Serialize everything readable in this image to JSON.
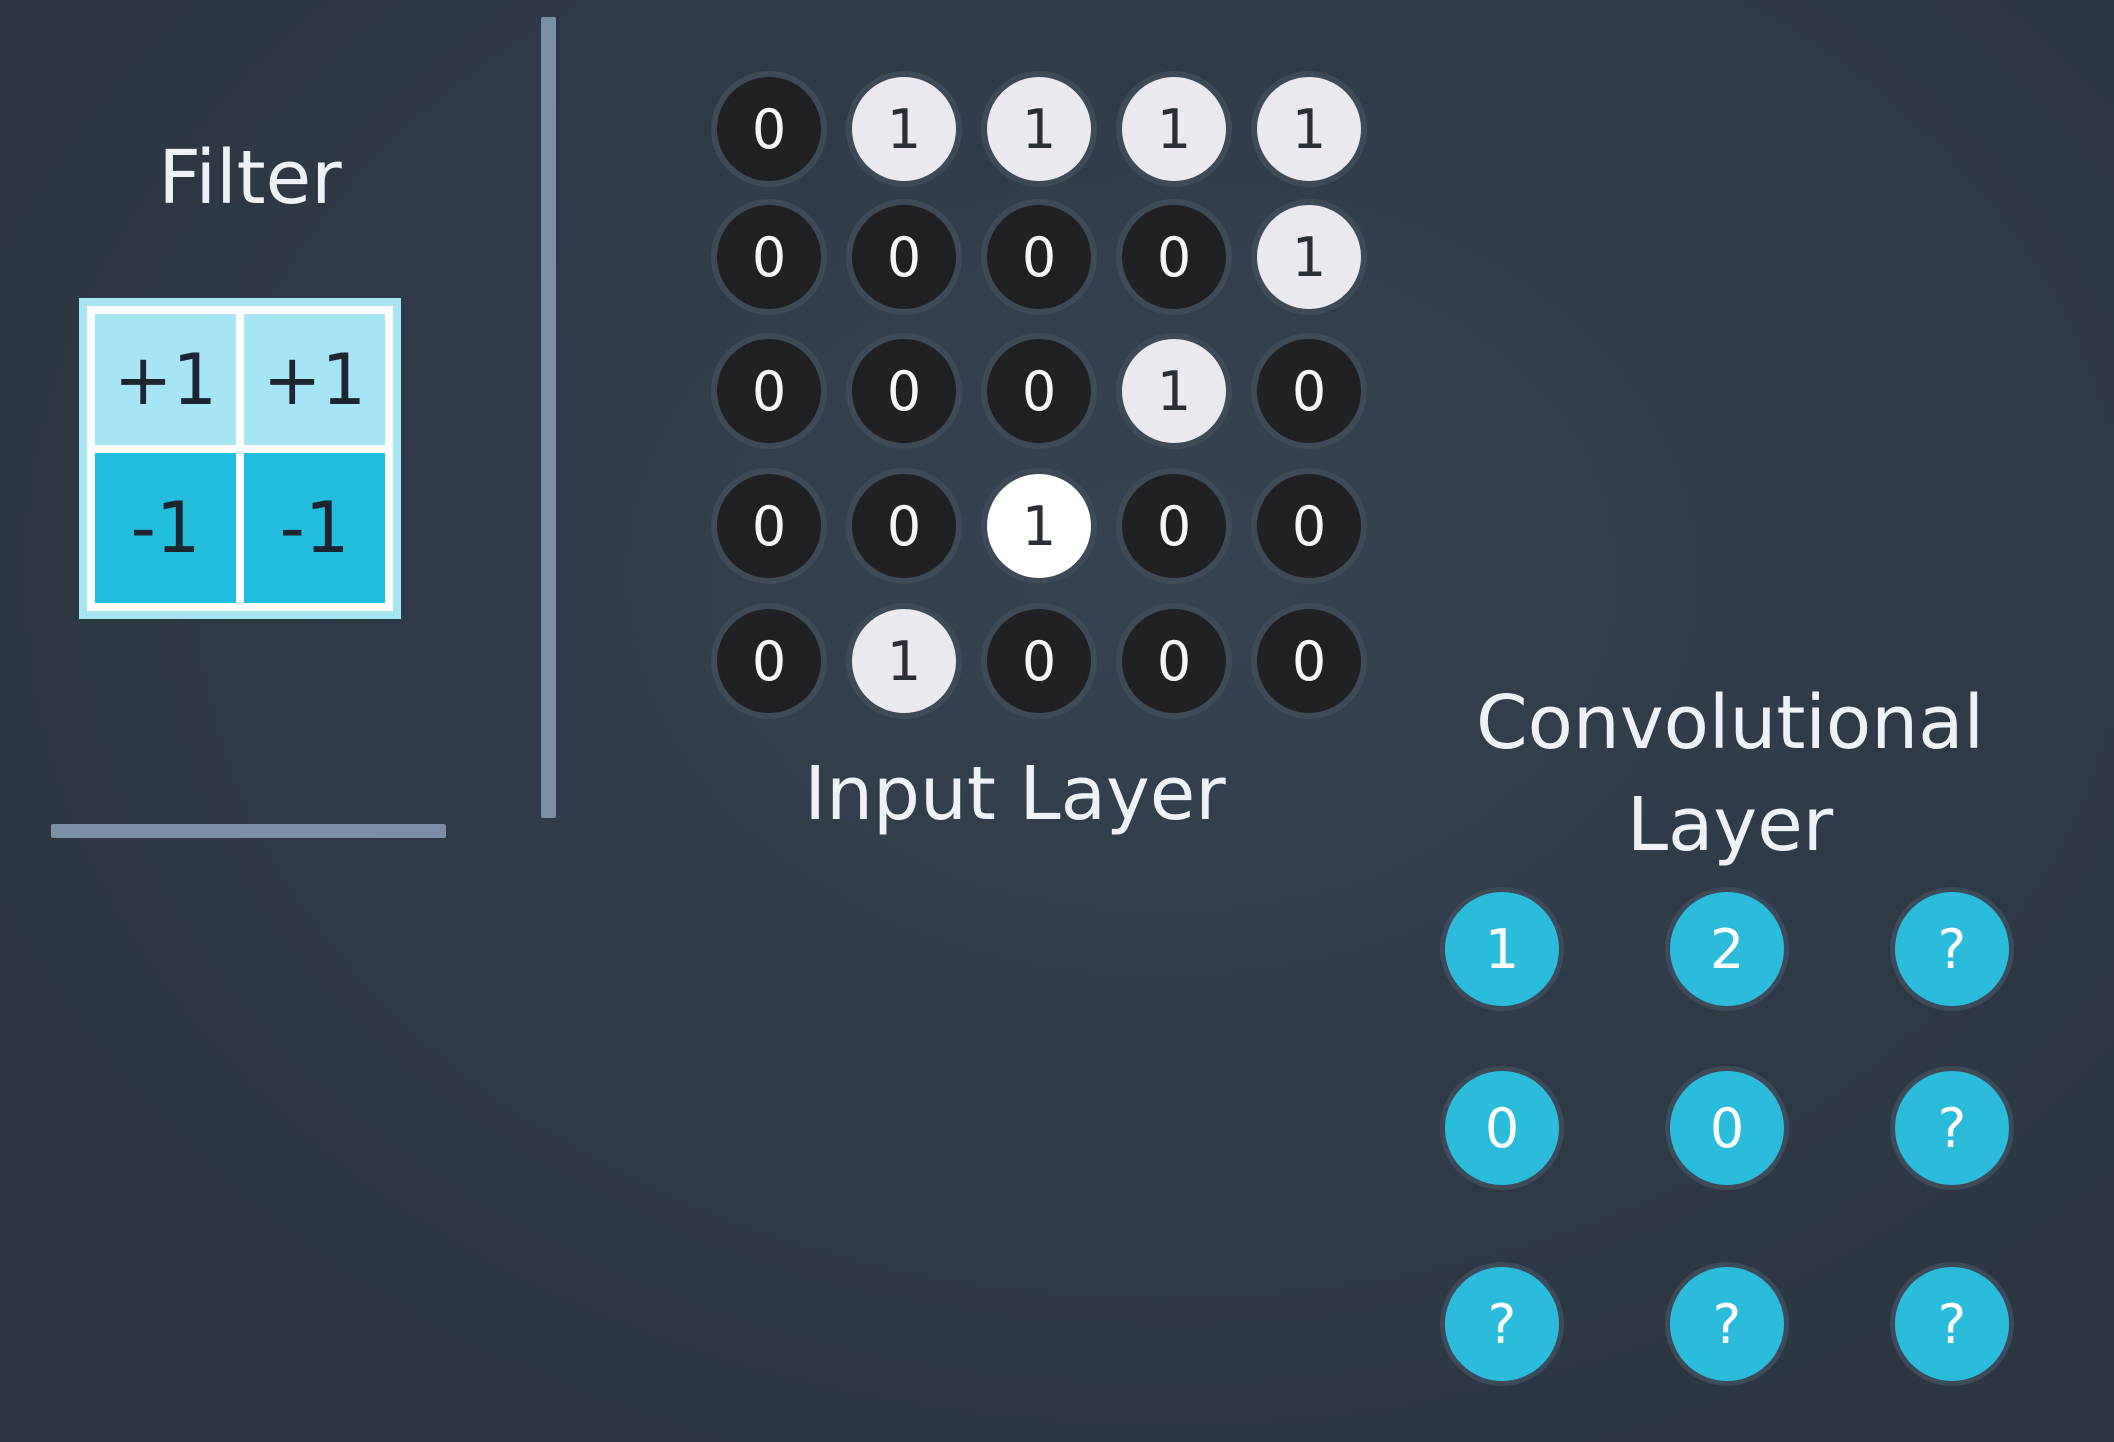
{
  "filter": {
    "title": "Filter",
    "cells": [
      "+1",
      "+1",
      "-1",
      "-1"
    ],
    "colors": {
      "positive": "#a6e6f4",
      "negative": "#23bddd",
      "border": "#a8e5f3"
    }
  },
  "input_layer": {
    "label": "Input Layer",
    "grid": [
      [
        "0",
        "1",
        "1",
        "1",
        "1"
      ],
      [
        "0",
        "0",
        "0",
        "0",
        "1"
      ],
      [
        "0",
        "0",
        "0",
        "1",
        "0"
      ],
      [
        "0",
        "0",
        "1",
        "0",
        "0"
      ],
      [
        "0",
        "1",
        "0",
        "0",
        "0"
      ]
    ]
  },
  "convolutional_layer": {
    "label_line1": "Convolutional",
    "label_line2": "Layer",
    "grid": [
      [
        "1",
        "2",
        "?"
      ],
      [
        "0",
        "0",
        "?"
      ],
      [
        "?",
        "?",
        "?"
      ]
    ],
    "color": "#2bbcdc"
  }
}
